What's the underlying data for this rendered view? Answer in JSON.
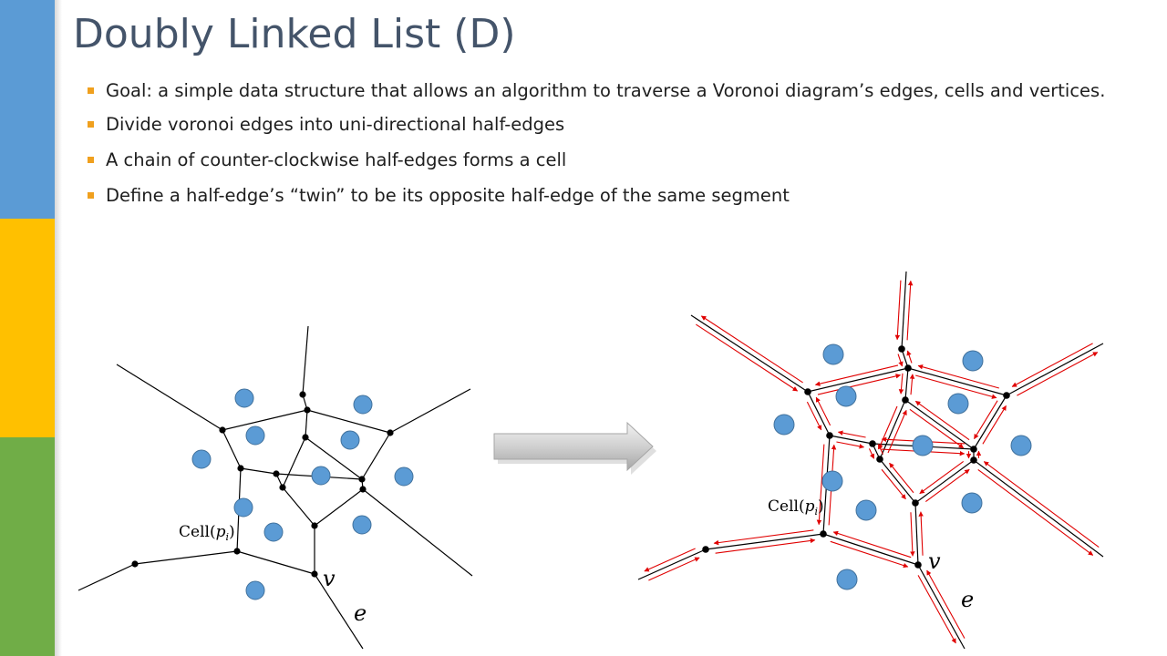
{
  "slide": {
    "title": "Doubly Linked List (D)",
    "bullets": [
      "Goal: a simple data structure that allows an algorithm to traverse a Voronoi diagram’s edges, cells and vertices.",
      "Divide voronoi edges into uni-directional half-edges",
      "A chain of counter-clockwise half-edges forms a cell",
      "Define a half-edge’s “twin” to be its opposite half-edge of the same segment"
    ]
  },
  "left_diagram": {
    "cell_label": "Cell(",
    "cell_var": "p",
    "cell_sub": "i",
    "cell_close": ")",
    "vertex_label": "v",
    "edge_label": "e"
  },
  "right_diagram": {
    "cell_label": "Cell(",
    "cell_var": "p",
    "cell_sub": "i",
    "cell_close": ")",
    "vertex_label": "v",
    "edge_label": "e"
  },
  "colors": {
    "accent_blue": "#5b9bd5",
    "accent_yellow": "#ffc000",
    "accent_green": "#70ad47",
    "title_color": "#44546a",
    "bullet_marker": "#f0a01e",
    "site_fill": "#5b9bd5",
    "site_stroke": "#41719c",
    "half_edge": "#e00000"
  }
}
